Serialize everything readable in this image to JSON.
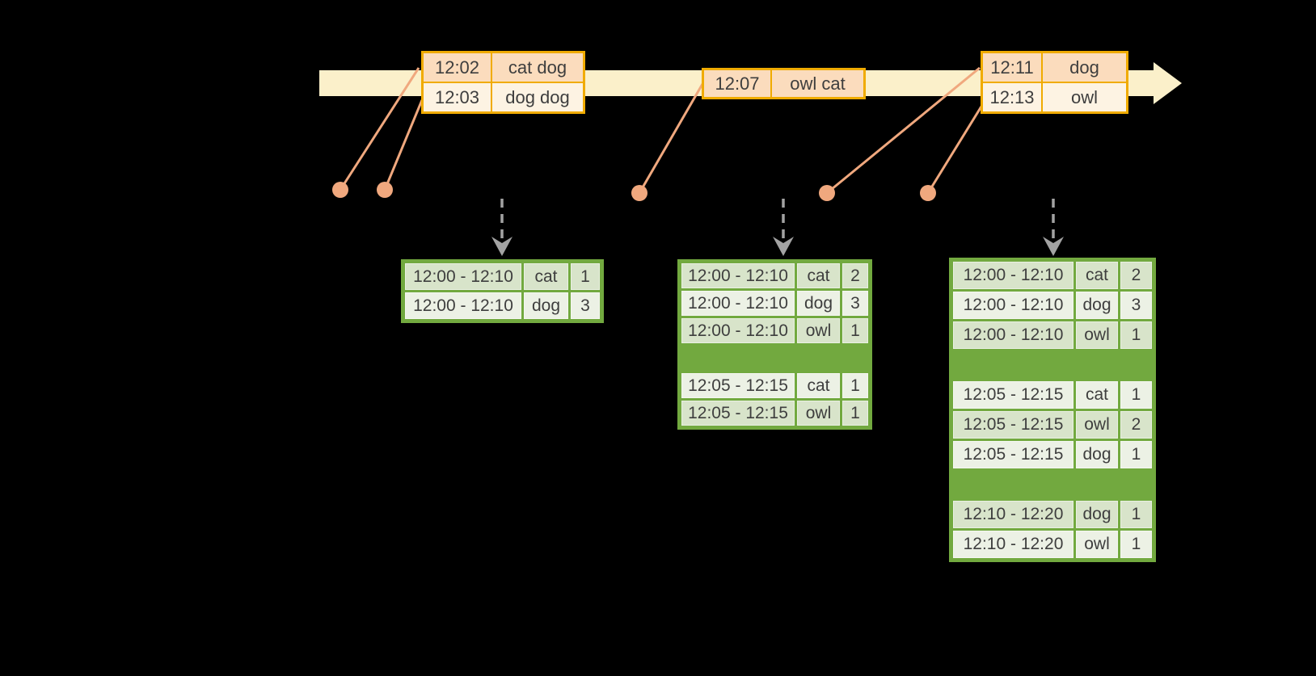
{
  "colors": {
    "background": "#000000",
    "timeline_fill": "#FBF0CA",
    "event_table_border": "#F0AB00",
    "event_row_dark": "#FBDCBD",
    "event_row_light": "#FDF3E3",
    "connector_and_dot": "#F0A87E",
    "dashed_arrow": "#A3A3A3",
    "result_table_border": "#72A93F",
    "result_row_dark": "#D8E4CA",
    "result_row_light": "#ECF1E5",
    "text": "#3E3E3E"
  },
  "event_tables": [
    {
      "rows": [
        {
          "time": "12:02",
          "words": "cat dog"
        },
        {
          "time": "12:03",
          "words": "dog dog"
        }
      ]
    },
    {
      "rows": [
        {
          "time": "12:07",
          "words": "owl cat"
        }
      ]
    },
    {
      "rows": [
        {
          "time": "12:11",
          "words": "dog"
        },
        {
          "time": "12:13",
          "words": "owl"
        }
      ]
    }
  ],
  "result_tables": [
    {
      "rows": [
        {
          "window": "12:00 - 12:10",
          "word": "cat",
          "count": "1"
        },
        {
          "window": "12:00 - 12:10",
          "word": "dog",
          "count": "3"
        }
      ]
    },
    {
      "rows": [
        {
          "window": "12:00 - 12:10",
          "word": "cat",
          "count": "2"
        },
        {
          "window": "12:00 - 12:10",
          "word": "dog",
          "count": "3"
        },
        {
          "window": "12:00 - 12:10",
          "word": "owl",
          "count": "1"
        },
        {
          "window": "12:05 - 12:15",
          "word": "cat",
          "count": "1"
        },
        {
          "window": "12:05 - 12:15",
          "word": "owl",
          "count": "1"
        }
      ]
    },
    {
      "rows": [
        {
          "window": "12:00 - 12:10",
          "word": "cat",
          "count": "2"
        },
        {
          "window": "12:00 - 12:10",
          "word": "dog",
          "count": "3"
        },
        {
          "window": "12:00 - 12:10",
          "word": "owl",
          "count": "1"
        },
        {
          "window": "12:05 - 12:15",
          "word": "cat",
          "count": "1"
        },
        {
          "window": "12:05 - 12:15",
          "word": "owl",
          "count": "2"
        },
        {
          "window": "12:05 - 12:15",
          "word": "dog",
          "count": "1"
        },
        {
          "window": "12:10 - 12:20",
          "word": "dog",
          "count": "1"
        },
        {
          "window": "12:10 - 12:20",
          "word": "owl",
          "count": "1"
        }
      ]
    }
  ]
}
